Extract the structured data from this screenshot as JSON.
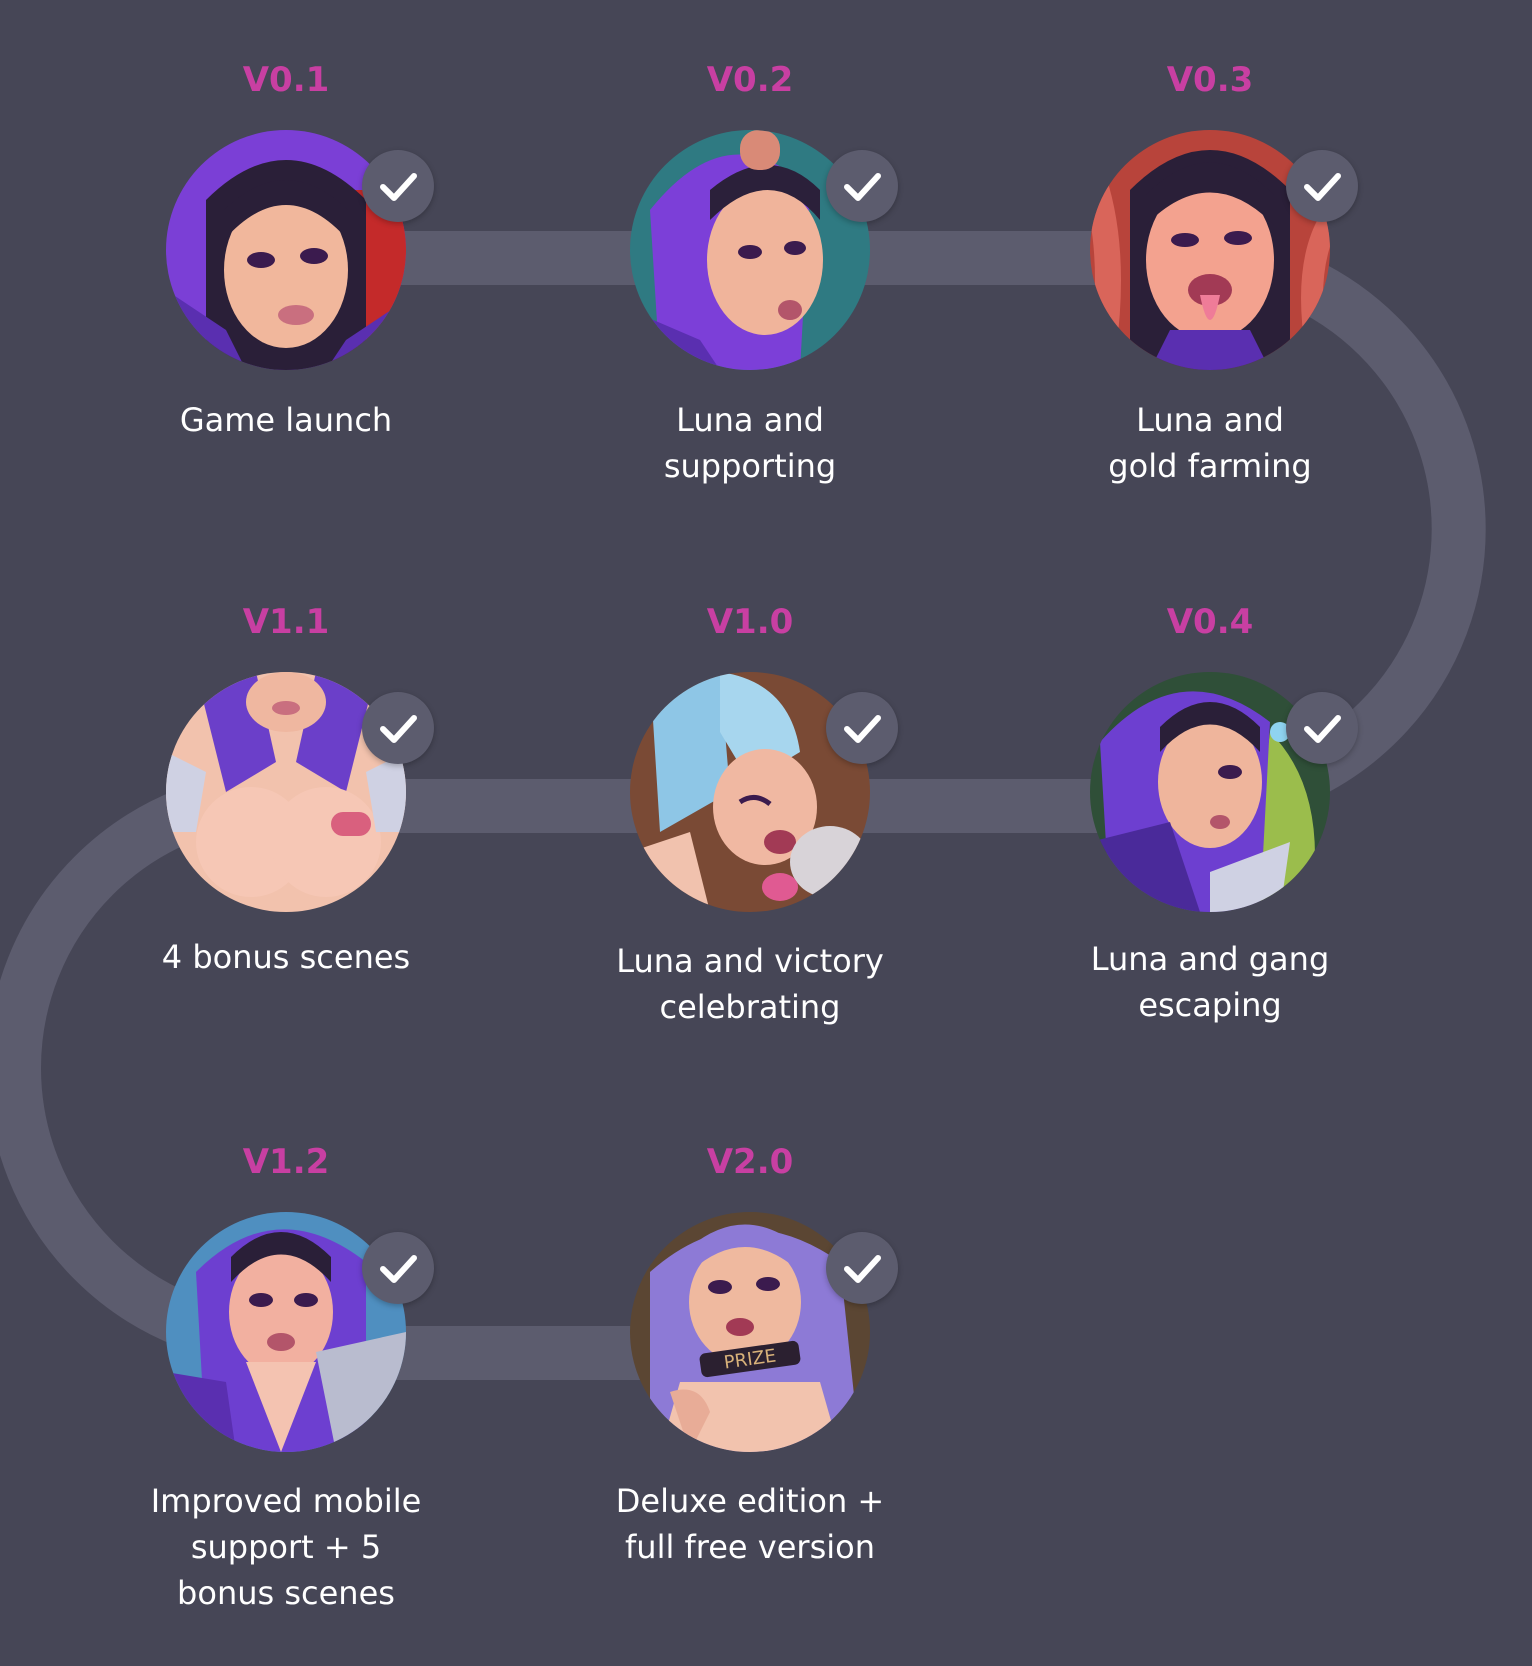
{
  "colors": {
    "background": "#464656",
    "connector": "#5c5c6e",
    "version_accent": "#c83fa2",
    "caption_text": "#ffffff",
    "check_badge": "#5c5c6e",
    "check_mark": "#ffffff"
  },
  "roadmap": {
    "milestones": [
      {
        "version": "V0.1",
        "caption": "Game launch",
        "completed": true,
        "icon": "checkmark-icon",
        "art": "character-portrait-purple-hood-red-bg"
      },
      {
        "version": "V0.2",
        "caption": "Luna and\nsupporting",
        "completed": true,
        "icon": "checkmark-icon",
        "art": "character-portrait-purple-hood-teal-bg"
      },
      {
        "version": "V0.3",
        "caption": "Luna and\ngold farming",
        "completed": true,
        "icon": "checkmark-icon",
        "art": "character-portrait-purple-hood-red-bg"
      },
      {
        "version": "V0.4",
        "caption": "Luna and gang\nescaping",
        "completed": true,
        "icon": "checkmark-icon",
        "art": "character-portrait-purple-hood-green-bg"
      },
      {
        "version": "V1.0",
        "caption": "Luna and victory\ncelebrating",
        "completed": true,
        "icon": "checkmark-icon",
        "art": "character-portrait-blue-hair-brown-bg"
      },
      {
        "version": "V1.1",
        "caption": "4 bonus scenes",
        "completed": true,
        "icon": "checkmark-icon",
        "art": "character-portrait-purple-outfit-skin-bg"
      },
      {
        "version": "V1.2",
        "caption": "Improved mobile\nsupport + 5\nbonus scenes",
        "completed": true,
        "icon": "checkmark-icon",
        "art": "character-portrait-purple-hood-blue-bg"
      },
      {
        "version": "V2.0",
        "caption": "Deluxe edition +\nfull free version",
        "completed": true,
        "icon": "checkmark-icon",
        "art": "character-portrait-lilac-hair-brown-bg",
        "art_text": "PRIZE"
      }
    ]
  }
}
